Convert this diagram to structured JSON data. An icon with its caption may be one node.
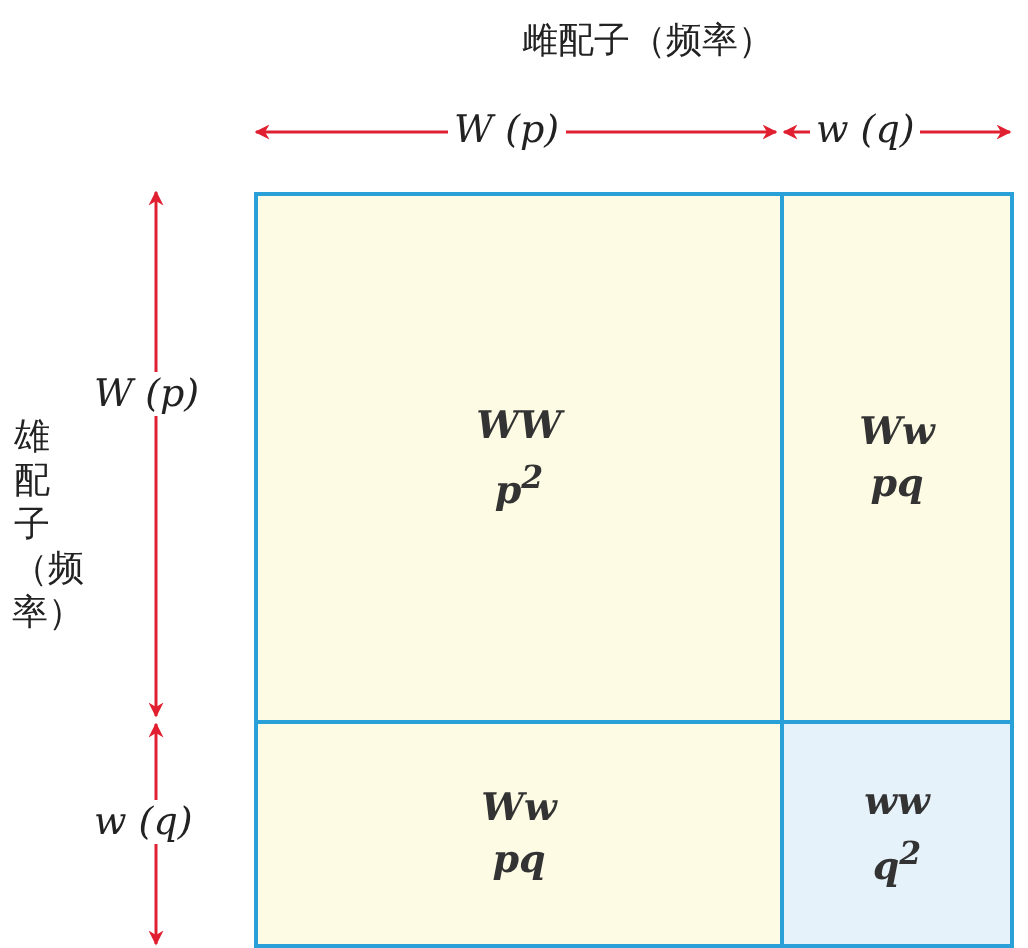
{
  "diagram": {
    "nodes": [
      {
        "text": [
          "WW",
          "p$^{2}$"
        ]
      },
      {
        "text": [
          "Ww",
          "pq"
        ]
      },
      {
        "text": [
          "Ww",
          "pq"
        ]
      },
      {
        "text": [
          "ww",
          "q$^{2}$"
        ]
      }
    ],
    "labels": [
      "雌配子（频率）",
      "W (p)",
      "w (q)",
      "雄配子（频率）",
      "W (p)",
      "w (q)"
    ]
  }
}
